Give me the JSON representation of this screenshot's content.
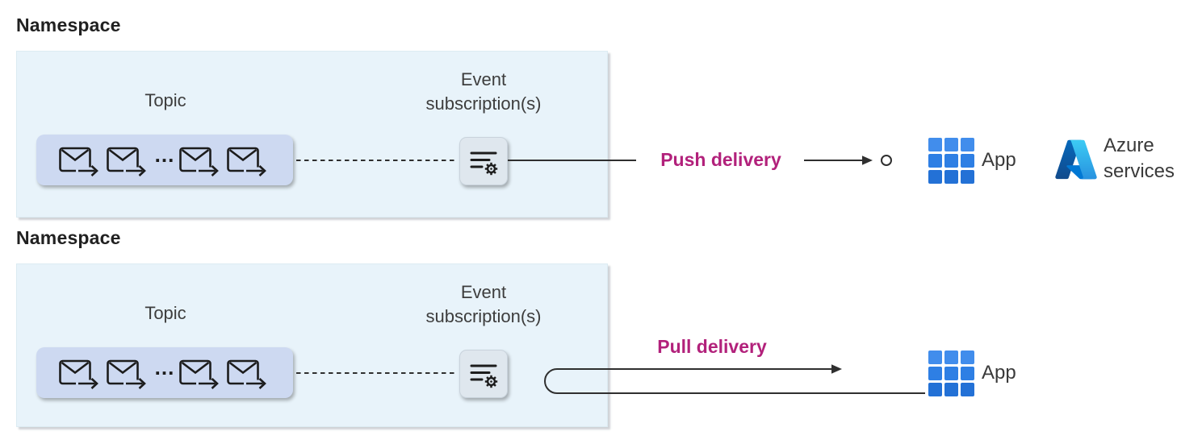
{
  "colors": {
    "delivery_accent": "#b2217b",
    "namespace_box_fill": "#e8f3fa",
    "topic_pill_fill": "#cdd9f1",
    "subscription_box_fill": "#dfe7ee",
    "app_icon_blue": "#2e7fe4",
    "connector": "#2f2f2f",
    "text": "#3d3d3d"
  },
  "icons": {
    "envelope": "envelope-with-arrow-icon",
    "subscription": "filter-gear-icon",
    "app": "app-grid-icon",
    "azure": "azure-logo"
  },
  "push_section": {
    "namespace_label": "Namespace",
    "topic_label": "Topic",
    "topic_ellipsis": "...",
    "subscription_label": "Event subscription(s)",
    "delivery_label": "Push delivery",
    "app_label": "App",
    "azure_label": "Azure services"
  },
  "pull_section": {
    "namespace_label": "Namespace",
    "topic_label": "Topic",
    "topic_ellipsis": "...",
    "subscription_label": "Event subscription(s)",
    "delivery_label": "Pull delivery",
    "app_label": "App"
  }
}
